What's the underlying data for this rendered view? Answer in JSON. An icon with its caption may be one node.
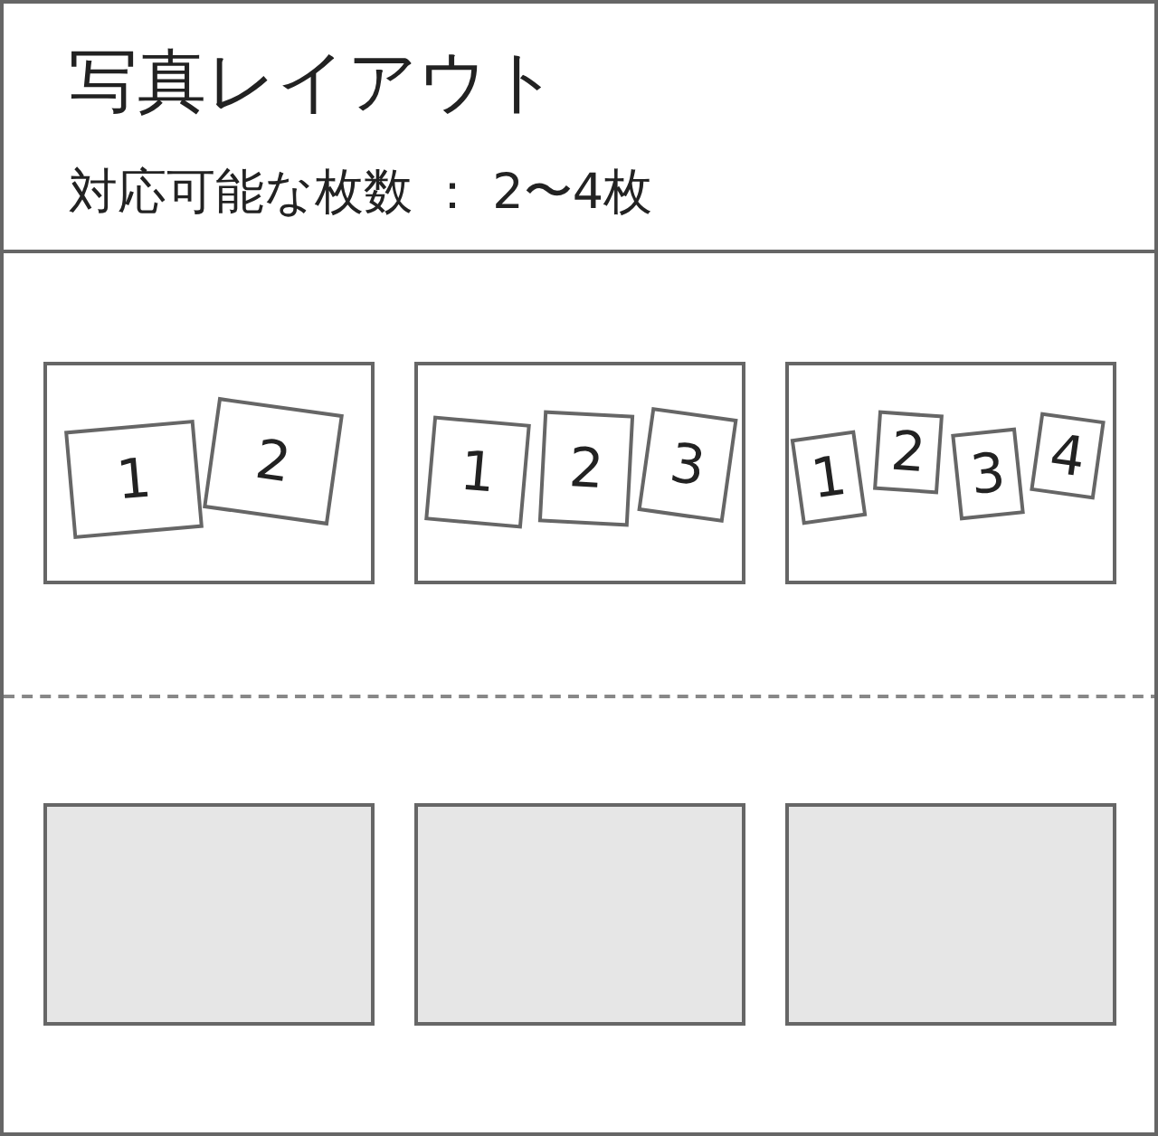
{
  "diagram": {
    "title": "写真レイアウト",
    "nodes": [
      {
        "text": [],
        "shape": "box"
      },
      {
        "text": [
          "1"
        ],
        "in": 0
      },
      {
        "text": [
          "2"
        ],
        "in": 0
      },
      {
        "text": [],
        "shape": "box"
      },
      {
        "text": [
          "1"
        ],
        "in": 3
      },
      {
        "text": [
          "2"
        ],
        "in": 3
      },
      {
        "text": [
          "3"
        ],
        "in": 3
      },
      {
        "text": [],
        "shape": "box"
      },
      {
        "text": [
          "1"
        ],
        "in": 7
      },
      {
        "text": [
          "2"
        ],
        "in": 7
      },
      {
        "text": [
          "3"
        ],
        "in": 7
      },
      {
        "text": [
          "4"
        ],
        "in": 7
      },
      {
        "text": [],
        "shape": "box"
      },
      {
        "text": [],
        "shape": "box"
      },
      {
        "text": [],
        "shape": "box"
      }
    ],
    "labels": [
      "対応可能な枚数 ： 2〜4枚"
    ]
  }
}
